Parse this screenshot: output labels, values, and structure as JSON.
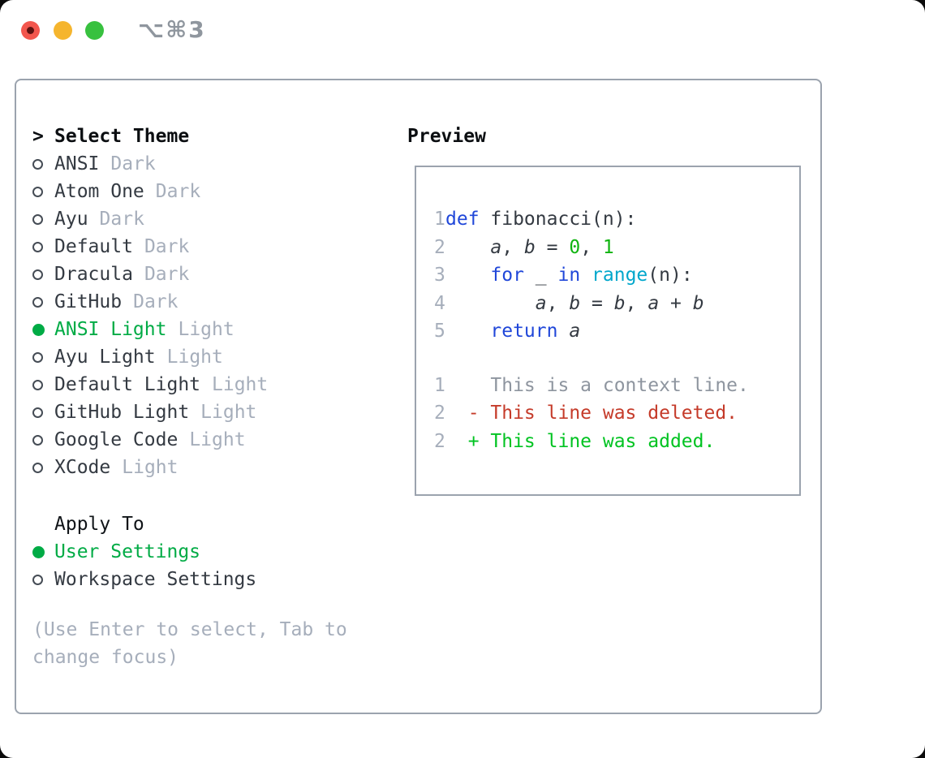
{
  "window": {
    "shortcut_label": "⌥⌘3",
    "controls": [
      {
        "name": "close",
        "color": "#f2564d"
      },
      {
        "name": "minimize",
        "color": "#f5b52e"
      },
      {
        "name": "maximize",
        "color": "#38c13f"
      }
    ]
  },
  "theme_panel": {
    "prompt": ">",
    "title": "Select Theme",
    "items": [
      {
        "name": "ANSI",
        "tag": "Dark",
        "selected": false
      },
      {
        "name": "Atom One",
        "tag": "Dark",
        "selected": false
      },
      {
        "name": "Ayu",
        "tag": "Dark",
        "selected": false
      },
      {
        "name": "Default",
        "tag": "Dark",
        "selected": false
      },
      {
        "name": "Dracula",
        "tag": "Dark",
        "selected": false
      },
      {
        "name": "GitHub",
        "tag": "Dark",
        "selected": false
      },
      {
        "name": "ANSI Light",
        "tag": "Light",
        "selected": true
      },
      {
        "name": "Ayu Light",
        "tag": "Light",
        "selected": false
      },
      {
        "name": "Default Light",
        "tag": "Light",
        "selected": false
      },
      {
        "name": "GitHub Light",
        "tag": "Light",
        "selected": false
      },
      {
        "name": "Google Code",
        "tag": "Light",
        "selected": false
      },
      {
        "name": "XCode",
        "tag": "Light",
        "selected": false
      }
    ]
  },
  "apply_panel": {
    "title": "Apply To",
    "items": [
      {
        "name": "User Settings",
        "selected": true
      },
      {
        "name": "Workspace Settings",
        "selected": false
      }
    ]
  },
  "help_text": "(Use Enter to select, Tab to change focus)",
  "preview": {
    "title": "Preview",
    "code_lines": [
      {
        "num": "1",
        "segments": [
          {
            "t": "def",
            "s": "kw"
          },
          {
            "t": " fibonacci(n):",
            "s": "pl"
          }
        ]
      },
      {
        "num": "2",
        "segments": [
          {
            "t": "    ",
            "s": "pl"
          },
          {
            "t": "a",
            "s": "var"
          },
          {
            "t": ", ",
            "s": "pl"
          },
          {
            "t": "b",
            "s": "var"
          },
          {
            "t": " = ",
            "s": "pl"
          },
          {
            "t": "0",
            "s": "num"
          },
          {
            "t": ", ",
            "s": "pl"
          },
          {
            "t": "1",
            "s": "num"
          }
        ]
      },
      {
        "num": "3",
        "segments": [
          {
            "t": "    ",
            "s": "pl"
          },
          {
            "t": "for",
            "s": "kw"
          },
          {
            "t": " _ ",
            "s": "pl"
          },
          {
            "t": "in",
            "s": "kw"
          },
          {
            "t": " ",
            "s": "pl"
          },
          {
            "t": "range",
            "s": "bi"
          },
          {
            "t": "(n):",
            "s": "pl"
          }
        ]
      },
      {
        "num": "4",
        "segments": [
          {
            "t": "        ",
            "s": "pl"
          },
          {
            "t": "a",
            "s": "var"
          },
          {
            "t": ", ",
            "s": "pl"
          },
          {
            "t": "b",
            "s": "var"
          },
          {
            "t": " = ",
            "s": "pl"
          },
          {
            "t": "b",
            "s": "var"
          },
          {
            "t": ", ",
            "s": "pl"
          },
          {
            "t": "a",
            "s": "var"
          },
          {
            "t": " + ",
            "s": "pl"
          },
          {
            "t": "b",
            "s": "var"
          }
        ]
      },
      {
        "num": "5",
        "segments": [
          {
            "t": "    ",
            "s": "pl"
          },
          {
            "t": "return",
            "s": "kw"
          },
          {
            "t": " ",
            "s": "pl"
          },
          {
            "t": "a",
            "s": "var"
          }
        ]
      }
    ],
    "diff_lines": [
      {
        "num": "1",
        "segments": [
          {
            "t": "    This is a context line.",
            "s": "ctx"
          }
        ]
      },
      {
        "num": "2",
        "segments": [
          {
            "t": "  - This line was deleted.",
            "s": "del"
          }
        ]
      },
      {
        "num": "2",
        "segments": [
          {
            "t": "  + This line was added.",
            "s": "add"
          }
        ]
      }
    ]
  },
  "colors": {
    "accent_green": "#00ab45",
    "keyword_blue": "#2047d9",
    "builtin_cyan": "#00a7cc",
    "literal_green": "#10b410",
    "diff_added": "#00c321",
    "diff_deleted": "#c53b2a",
    "muted_gray": "#a6aebb",
    "text_dark": "#343a42",
    "border_gray": "#9ba3ae"
  }
}
